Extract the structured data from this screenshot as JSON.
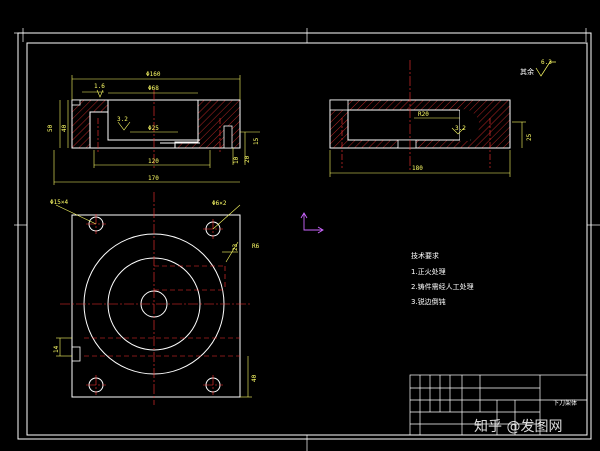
{
  "front_view": {
    "dims": {
      "d160": "Φ160",
      "d68": "Φ68",
      "d25": "Φ25",
      "w120": "120",
      "w170": "170",
      "h50": "50",
      "h40": "40",
      "h15": "15",
      "h10": "10",
      "h20": "20",
      "r16": "1.6",
      "r32": "3.2"
    }
  },
  "side_view": {
    "dims": {
      "r20": "R20",
      "w180": "180",
      "r32": "3.2",
      "h25": "25"
    }
  },
  "plan_view": {
    "dims": {
      "hole15": "Φ15×4",
      "hole6": "Φ6×2",
      "r6": "R6",
      "h23": "23",
      "h14": "14",
      "h40": "40"
    }
  },
  "roughness_note": {
    "label": "其余",
    "value": "6.3"
  },
  "tech_requirements": {
    "title": "技术要求",
    "items": [
      "1.正火处理",
      "2.铸件需经人工处理",
      "3.锐边倒钝"
    ]
  },
  "title_block": {
    "part_name": "下刀架体"
  },
  "watermark": "知乎 @发图网",
  "colors": {
    "background": "#000000",
    "frame": "#ffffff",
    "outline": "#ffffff",
    "centerline": "#ff3333",
    "hatch": "#ff3333",
    "dimension": "#ffff66",
    "hidden": "#ff3333",
    "ucs": "#cc66ff"
  }
}
